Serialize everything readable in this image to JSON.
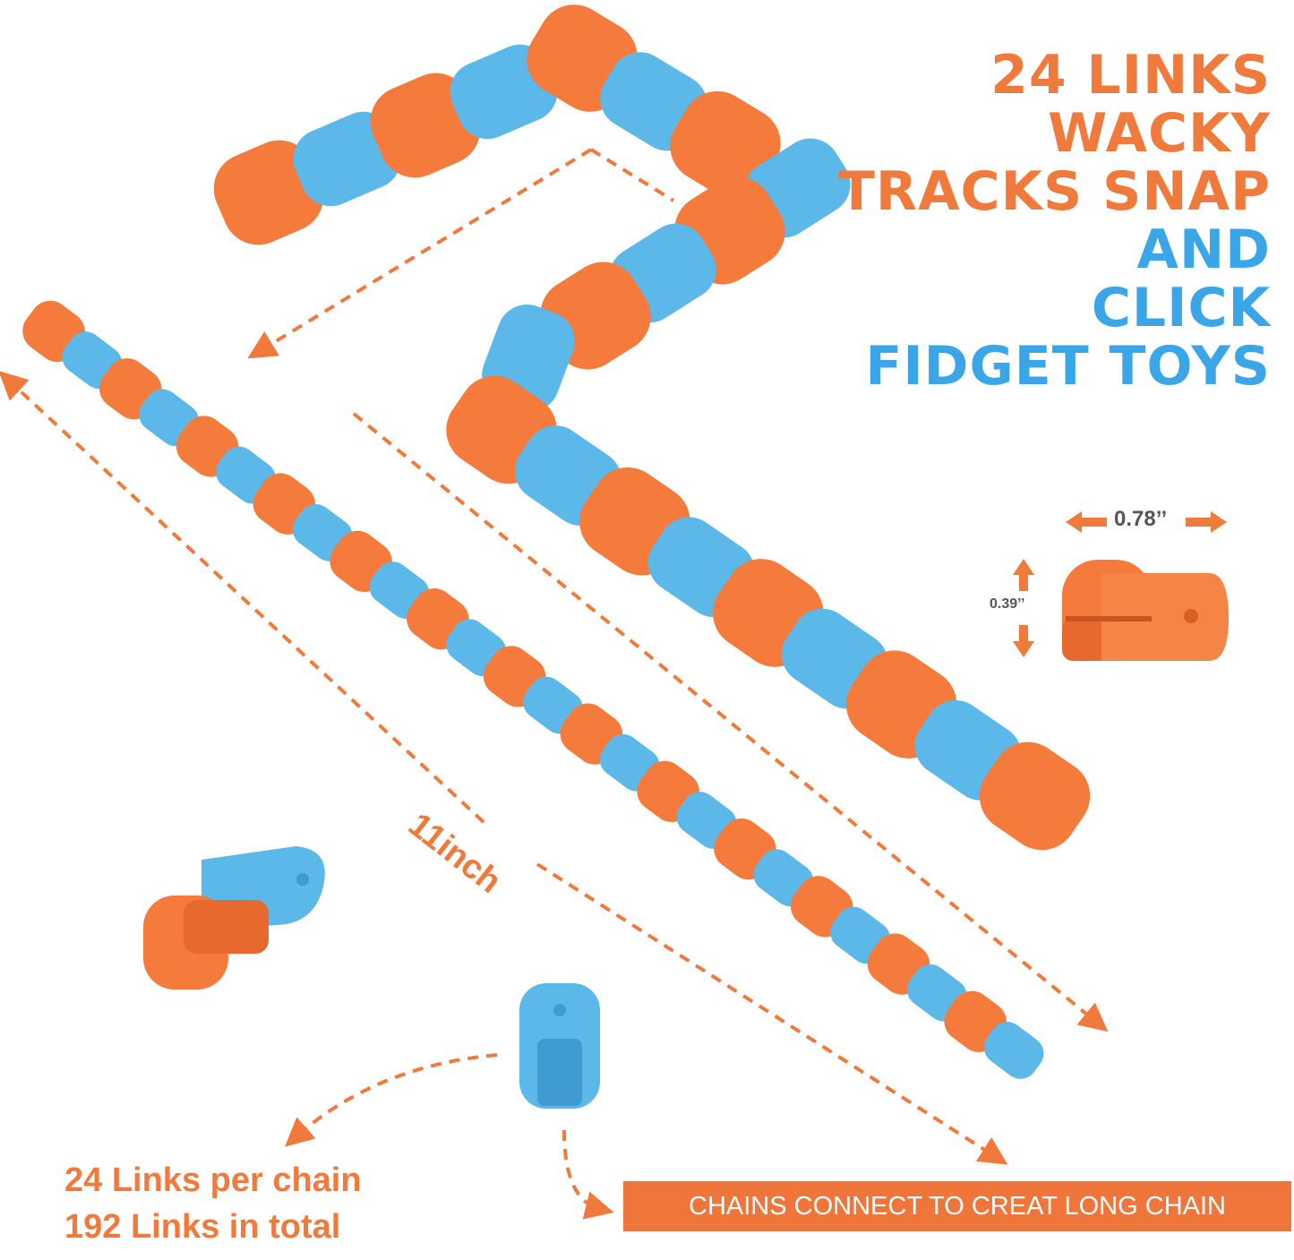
{
  "headline": {
    "lines": [
      {
        "text": "24 LINKS",
        "color": "#f07a3c"
      },
      {
        "text": "WACKY",
        "color": "#f07a3c"
      },
      {
        "text": "TRACKS SNAP",
        "color": "#f07a3c"
      },
      {
        "text": "AND",
        "color": "#3aa6e8"
      },
      {
        "text": "CLICK",
        "color": "#3aa6e8"
      },
      {
        "text": "FIDGET TOYS",
        "color": "#3aa6e8"
      }
    ]
  },
  "dimensions": {
    "link_width": "0.78’’",
    "link_height": "0.39’’",
    "chain_length": "11inch"
  },
  "info": {
    "line1": "24 Links per chain",
    "line2": "192 Links in total"
  },
  "banner": {
    "text": "CHAINS CONNECT TO CREAT LONG CHAIN"
  },
  "colors": {
    "orange": "#f47b3b",
    "orange_dark": "#d96328",
    "blue": "#5bb8e9",
    "blue_dark": "#3f9bd0",
    "arrow": "#f07a3c",
    "background": "#ffffff"
  }
}
